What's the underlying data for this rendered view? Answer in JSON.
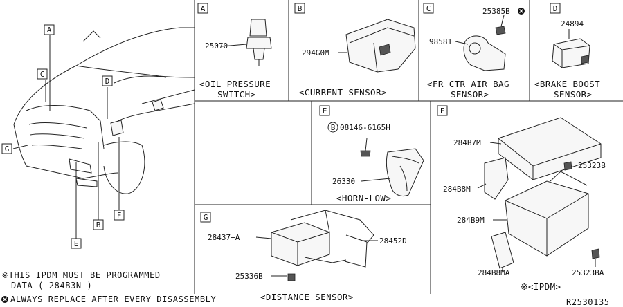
{
  "panels": {
    "A": {
      "letter": "A",
      "part": "25070",
      "caption1": "<OIL PRESSURE",
      "caption2": "SWITCH>"
    },
    "B": {
      "letter": "B",
      "part": "294G0M",
      "caption1": "<CURRENT SENSOR>"
    },
    "C": {
      "letter": "C",
      "part_top": "25385B",
      "part_left": "98581",
      "caption1": "<FR CTR AIR BAG",
      "caption2": "SENSOR>"
    },
    "D": {
      "letter": "D",
      "part": "24894",
      "caption1": "<BRAKE BOOST",
      "caption2": "SENSOR>"
    },
    "E": {
      "letter": "E",
      "bolt_marker": "B",
      "bolt": "08146-6165H",
      "part": "26330",
      "caption1": "<HORN-LOW>"
    },
    "F": {
      "letter": "F",
      "p1": "284B7M",
      "p2": "25323B",
      "p3": "284B8M",
      "p4": "284B9M",
      "p5": "284B8MA",
      "p6": "25323BA",
      "caption1": "※<IPDM>"
    },
    "G": {
      "letter": "G",
      "p1": "28437+A",
      "p2": "28452D",
      "p3": "25336B",
      "caption1": "<DISTANCE SENSOR>"
    }
  },
  "car_callouts": [
    "A",
    "C",
    "D",
    "G",
    "B",
    "F",
    "E"
  ],
  "notes": {
    "line1": "※THIS IPDM MUST BE PROGRAMMED",
    "line2": "DATA ( 284B3N  )",
    "line3": "ALWAYS REPLACE AFTER EVERY DISASSEMBLY"
  },
  "diagram_id": "R2530135"
}
